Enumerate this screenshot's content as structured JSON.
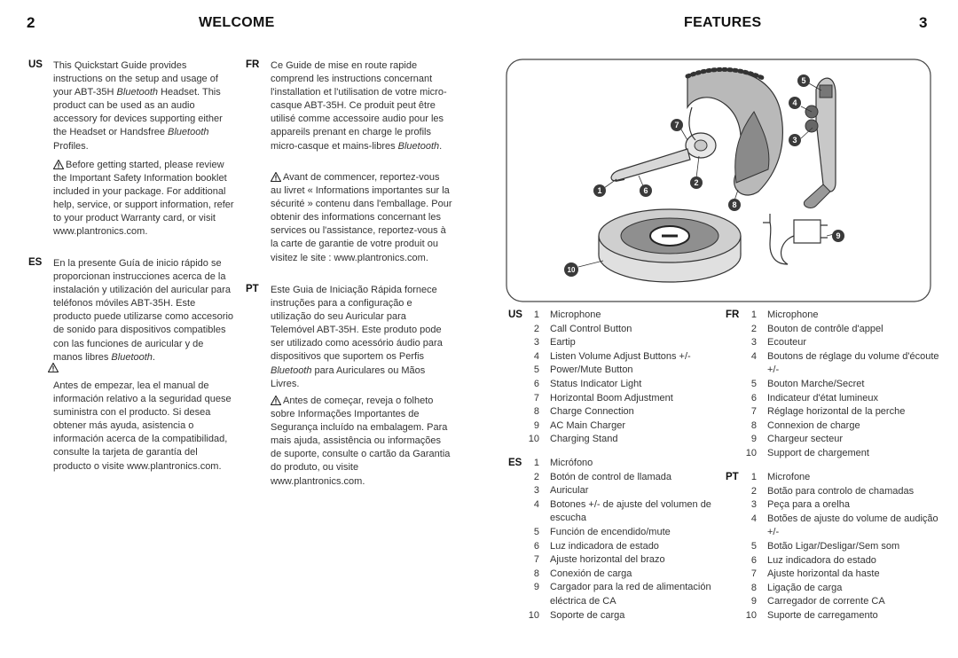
{
  "left_page": {
    "page_number": "2",
    "heading": "WELCOME",
    "sections": {
      "us": {
        "code": "US",
        "intro_a": "This Quickstart Guide provides instructions on the setup and usage of your ABT-35H ",
        "intro_italic": "Bluetooth",
        "intro_b": " Headset. This product can be used as an audio accessory for devices supporting either the Headset or Handsfree ",
        "intro_italic2": "Bluetooth",
        "intro_c": " Profiles.",
        "warning": "Before getting started, please review the Important Safety Information booklet included in your package. For additional help, service, or support information, refer to your product Warranty card, or visit www.plantronics.com."
      },
      "es": {
        "code": "ES",
        "intro_a": "En la presente Guía de inicio rápido se proporcionan instrucciones acerca de la instalación y utilización del auricular para teléfonos móviles ABT-35H. Este producto puede utilizarse como accesorio de sonido para dispositivos compatibles con las funciones de auricular y de manos libres ",
        "intro_italic": "Bluetooth",
        "intro_c": ".",
        "warning": "Antes de empezar, lea el manual de información relativo a la seguridad quese suministra con el producto. Si desea obtener más ayuda, asistencia o información acerca de la compatibilidad, consulte la tarjeta de garantía del producto o visite www.plantronics.com."
      },
      "fr": {
        "code": "FR",
        "intro_a": "Ce Guide de mise en route rapide comprend les instructions concernant l'installation et l'utilisation de votre micro-casque ABT-35H. Ce produit peut être utilisé comme accessoire audio pour les appareils prenant en charge le profils micro-casque et mains-libres ",
        "intro_italic": "Bluetooth",
        "intro_c": ".",
        "warning": "Avant de commencer, reportez-vous au livret « Informations importantes sur la sécurité » contenu dans l'emballage. Pour obtenir des informations concernant les services ou l'assistance, reportez-vous à la carte de garantie de votre produit ou visitez le site : www.plantronics.com."
      },
      "pt": {
        "code": "PT",
        "intro_a": "Este Guia de Iniciação Rápida fornece instruções para a configuração e utilização do seu Auricular para Telemóvel ABT-35H. Este produto pode ser utilizado como acessório áudio para dispositivos que suportem os Perfis ",
        "intro_italic": "Bluetooth",
        "intro_c": " para Auriculares ou Mãos Livres.",
        "warning": "Antes de começar, reveja o folheto sobre Informações Importantes de Segurança incluído na embalagem. Para mais ajuda, assistência ou informações de suporte, consulte o cartão da Garantia do produto, ou visite www.plantronics.com."
      }
    }
  },
  "right_page": {
    "page_number": "3",
    "heading": "FEATURES",
    "callouts": [
      "1",
      "2",
      "3",
      "4",
      "5",
      "6",
      "7",
      "8",
      "9",
      "10"
    ],
    "feature_lists": {
      "us": {
        "code": "US",
        "items": [
          {
            "n": "1",
            "label": "Microphone"
          },
          {
            "n": "2",
            "label": "Call Control Button"
          },
          {
            "n": "3",
            "label": "Eartip"
          },
          {
            "n": "4",
            "label": "Listen Volume Adjust Buttons +/-"
          },
          {
            "n": "5",
            "label": "Power/Mute Button"
          },
          {
            "n": "6",
            "label": "Status Indicator Light"
          },
          {
            "n": "7",
            "label": "Horizontal Boom Adjustment"
          },
          {
            "n": "8",
            "label": "Charge Connection"
          },
          {
            "n": "9",
            "label": "AC Main Charger"
          },
          {
            "n": "10",
            "label": "Charging Stand"
          }
        ]
      },
      "es": {
        "code": "ES",
        "items": [
          {
            "n": "1",
            "label": "Micrófono"
          },
          {
            "n": "2",
            "label": "Botón de control de llamada"
          },
          {
            "n": "3",
            "label": "Auricular"
          },
          {
            "n": "4",
            "label": "Botones +/- de ajuste del volumen de escucha"
          },
          {
            "n": "5",
            "label": "Función de encendido/mute"
          },
          {
            "n": "6",
            "label": "Luz indicadora de estado"
          },
          {
            "n": "7",
            "label": "Ajuste horizontal del brazo"
          },
          {
            "n": "8",
            "label": "Conexión de carga"
          },
          {
            "n": "9",
            "label": "Cargador para la red de alimentación eléctrica de CA"
          },
          {
            "n": "10",
            "label": "Soporte de carga"
          }
        ]
      },
      "fr": {
        "code": "FR",
        "items": [
          {
            "n": "1",
            "label": "Microphone"
          },
          {
            "n": "2",
            "label": "Bouton de contrôle d'appel"
          },
          {
            "n": "3",
            "label": "Ecouteur"
          },
          {
            "n": "4",
            "label": "Boutons de réglage du volume d'écoute +/-"
          },
          {
            "n": "5",
            "label": "Bouton Marche/Secret"
          },
          {
            "n": "6",
            "label": "Indicateur d'état lumineux"
          },
          {
            "n": "7",
            "label": "Réglage horizontal de la perche"
          },
          {
            "n": "8",
            "label": "Connexion de charge"
          },
          {
            "n": "9",
            "label": "Chargeur secteur"
          },
          {
            "n": "10",
            "label": "Support de chargement"
          }
        ]
      },
      "pt": {
        "code": "PT",
        "items": [
          {
            "n": "1",
            "label": "Microfone"
          },
          {
            "n": "2",
            "label": "Botão para controlo de chamadas"
          },
          {
            "n": "3",
            "label": "Peça para a orelha"
          },
          {
            "n": "4",
            "label": "Botões de ajuste do volume de audição +/-"
          },
          {
            "n": "5",
            "label": "Botão Ligar/Desligar/Sem som"
          },
          {
            "n": "6",
            "label": "Luz indicadora do estado"
          },
          {
            "n": "7",
            "label": "Ajuste horizontal da haste"
          },
          {
            "n": "8",
            "label": "Ligação de carga"
          },
          {
            "n": "9",
            "label": "Carregador de corrente CA"
          },
          {
            "n": "10",
            "label": "Suporte de carregamento"
          }
        ]
      }
    }
  }
}
